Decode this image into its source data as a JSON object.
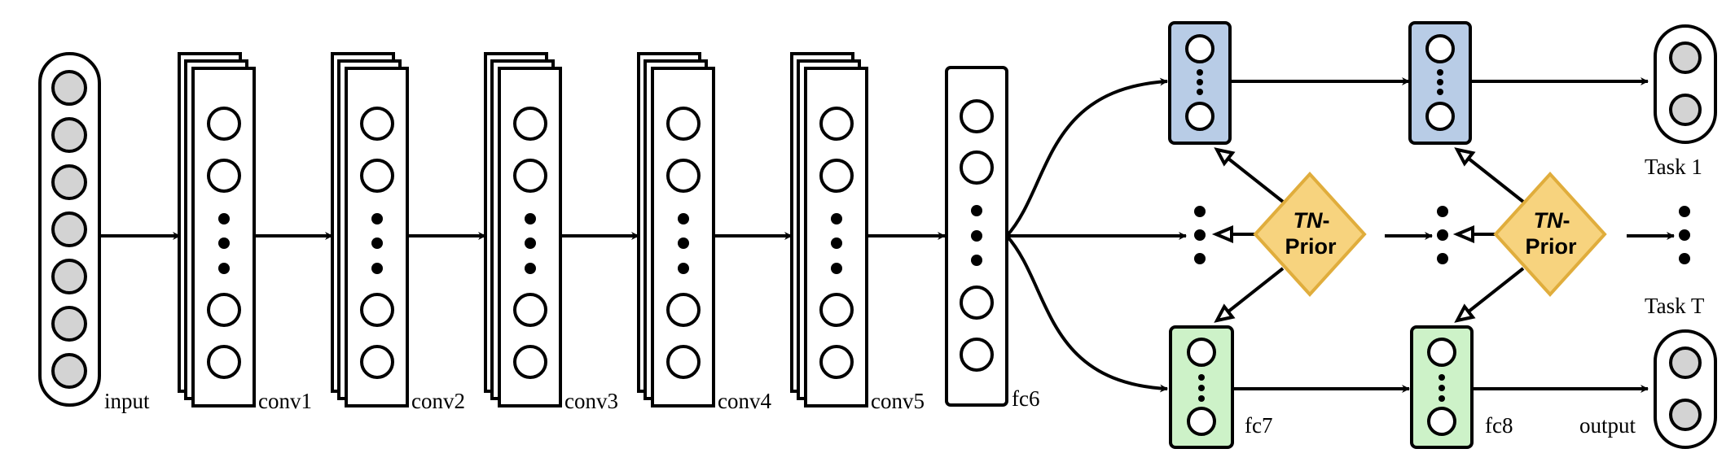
{
  "colors": {
    "stroke": "#000000",
    "input_node_fill": "#d3d3d3",
    "fc_task1_fill": "#b8cce6",
    "fc_taskT_fill": "#cdf2c8",
    "prior_fill": "#f7d37e",
    "prior_stroke": "#e0ad3c"
  },
  "layers": {
    "input": "input",
    "conv1": "conv1",
    "conv2": "conv2",
    "conv3": "conv3",
    "conv4": "conv4",
    "conv5": "conv5",
    "fc6": "fc6",
    "fc7": "fc7",
    "fc8": "fc8",
    "output": "output"
  },
  "tasks": {
    "first": "Task 1",
    "last": "Task T"
  },
  "prior": {
    "italic_part": "TN",
    "dash": "-",
    "word": "Prior"
  }
}
